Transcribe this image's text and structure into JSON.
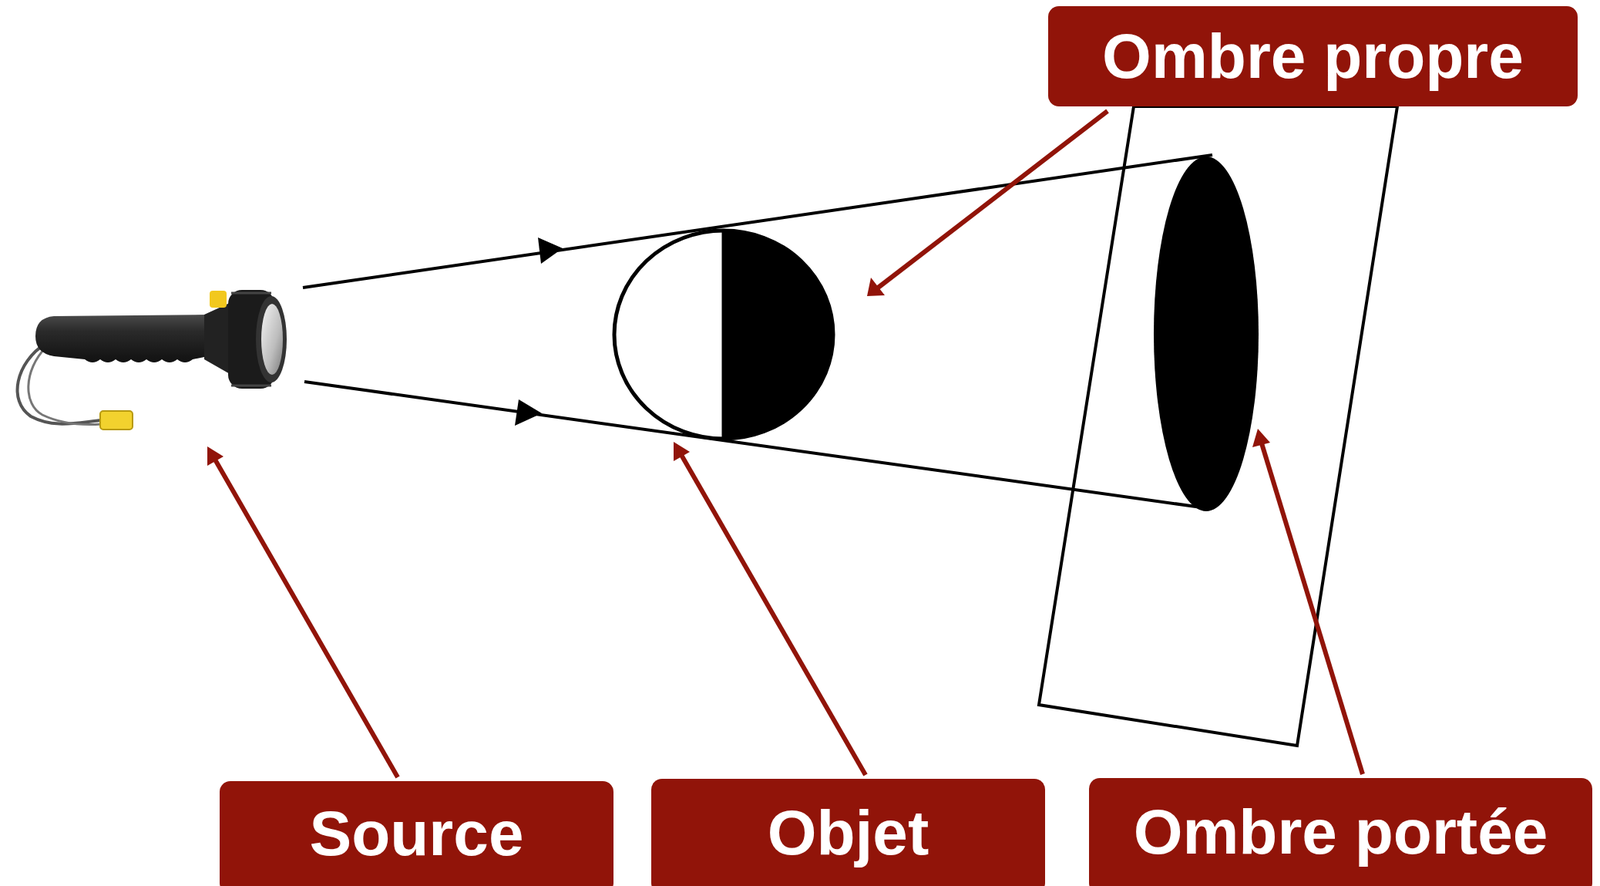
{
  "diagram": {
    "nodes": [
      {
        "text": [
          "Ombre propre"
        ]
      },
      {
        "text": [
          "Source"
        ]
      },
      {
        "text": [
          "Objet"
        ]
      },
      {
        "text": [
          "Ombre portée"
        ]
      }
    ]
  }
}
